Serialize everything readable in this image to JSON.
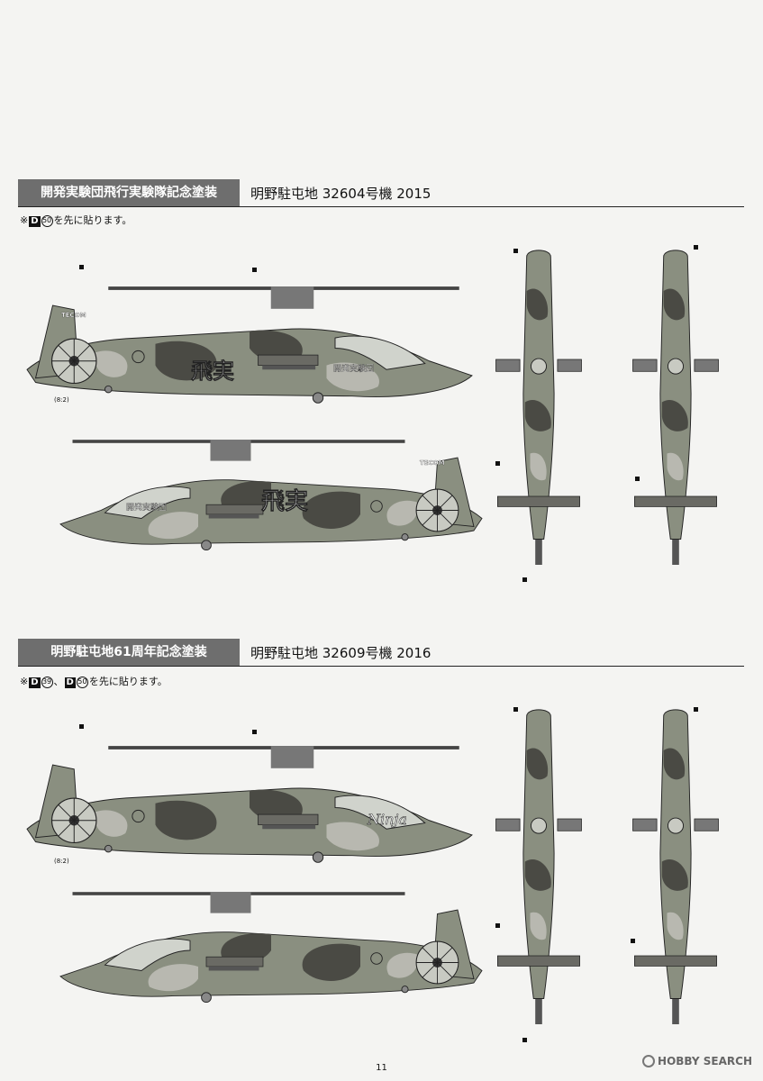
{
  "page_number": "11",
  "watermark": "HOBBY SEARCH",
  "sections": [
    {
      "title": "開発実験団飛行実験隊記念塗装",
      "subtitle": "明野駐屯地 32604号機 2015",
      "note_prefix": "※",
      "note_parts": [
        {
          "tag": "D",
          "num": "50"
        }
      ],
      "note_suffix": "を先に貼ります。",
      "marking_1": "飛実",
      "marking_2": "開発実験団",
      "marking_3": "TECOM",
      "ratio": "(8:2)"
    },
    {
      "title": "明野駐屯地61周年記念塗装",
      "subtitle": "明野駐屯地 32609号機 2016",
      "note_prefix": "※",
      "note_parts": [
        {
          "tag": "D",
          "num": "39"
        },
        {
          "tag": "D",
          "num": "50"
        }
      ],
      "note_sep": "、",
      "note_suffix": "を先に貼ります。",
      "marking_1": "Ninja",
      "ratio": "(8:2)"
    }
  ],
  "colors": {
    "camo_green": "#8a8f80",
    "camo_dark": "#4a4a44",
    "camo_light": "#b8b8b0",
    "header_gray": "#6e6e6e"
  }
}
